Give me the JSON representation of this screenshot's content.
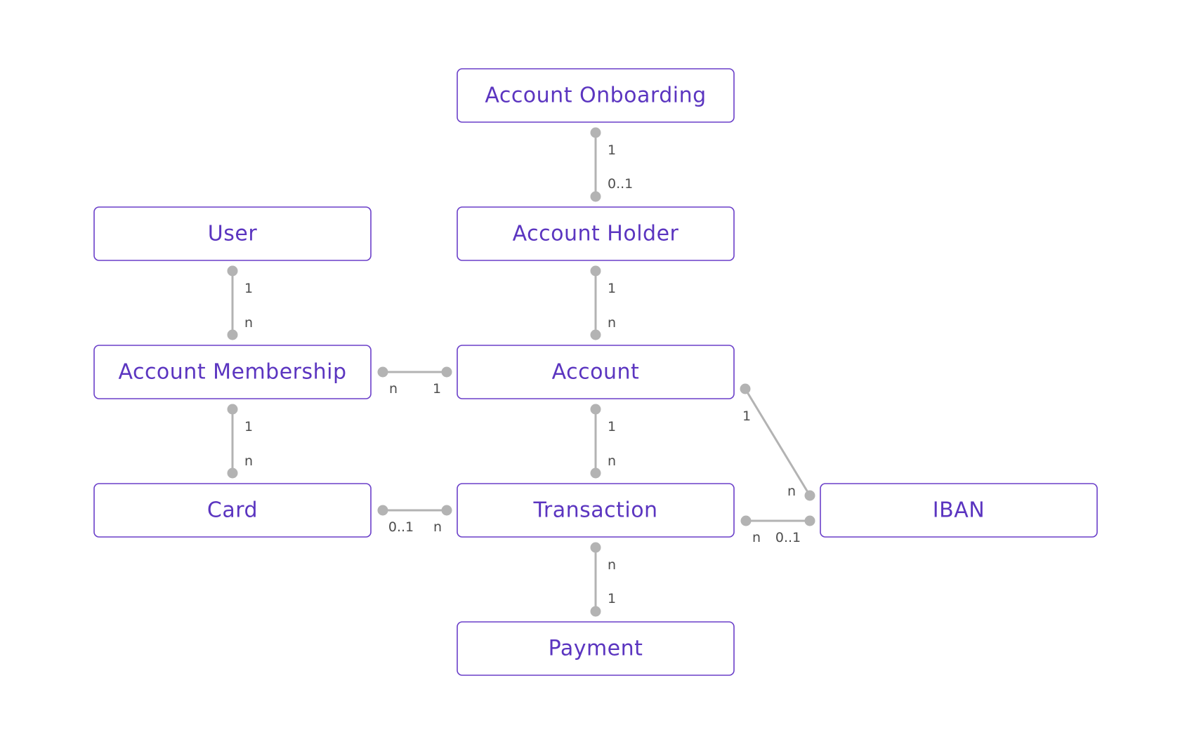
{
  "colors": {
    "entity_border": "#6a3fc9",
    "entity_text": "#5b35c0",
    "connector": "#b3b3b3",
    "cardinality_text": "#4d4d4d",
    "background": "#ffffff"
  },
  "entities": {
    "account_onboarding": "Account Onboarding",
    "user": "User",
    "account_holder": "Account Holder",
    "account_membership": "Account Membership",
    "account": "Account",
    "card": "Card",
    "transaction": "Transaction",
    "iban": "IBAN",
    "payment": "Payment"
  },
  "relationships": [
    {
      "from": "account_onboarding",
      "to": "account_holder",
      "from_cardinality": "1",
      "to_cardinality": "0..1"
    },
    {
      "from": "user",
      "to": "account_membership",
      "from_cardinality": "1",
      "to_cardinality": "n"
    },
    {
      "from": "account_holder",
      "to": "account",
      "from_cardinality": "1",
      "to_cardinality": "n"
    },
    {
      "from": "account_membership",
      "to": "account",
      "from_cardinality": "n",
      "to_cardinality": "1"
    },
    {
      "from": "account_membership",
      "to": "card",
      "from_cardinality": "1",
      "to_cardinality": "n"
    },
    {
      "from": "account",
      "to": "transaction",
      "from_cardinality": "1",
      "to_cardinality": "n"
    },
    {
      "from": "account",
      "to": "iban",
      "from_cardinality": "1",
      "to_cardinality": "n"
    },
    {
      "from": "card",
      "to": "transaction",
      "from_cardinality": "0..1",
      "to_cardinality": "n"
    },
    {
      "from": "transaction",
      "to": "iban",
      "from_cardinality": "n",
      "to_cardinality": "0..1"
    },
    {
      "from": "transaction",
      "to": "payment",
      "from_cardinality": "n",
      "to_cardinality": "1"
    }
  ]
}
